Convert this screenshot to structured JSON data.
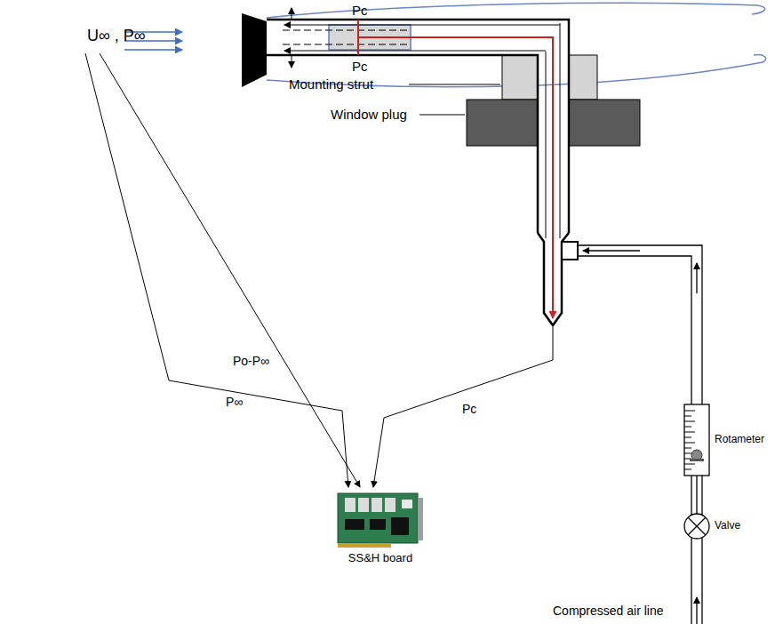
{
  "diagram": {
    "nodes": [
      {
        "text": [
          "SS&H board"
        ]
      },
      {
        "text": [
          "Rotameter"
        ]
      },
      {
        "text": [
          "Valve"
        ]
      }
    ],
    "edges": [
      {
        "from": 2,
        "to": 1,
        "arrow": "none"
      }
    ],
    "labels": [
      "U∞ , P∞",
      "Pc",
      "Pc",
      "Mounting strut",
      "Window plug",
      "Po-P∞",
      "P∞",
      "Pc",
      "Compressed air line"
    ]
  }
}
